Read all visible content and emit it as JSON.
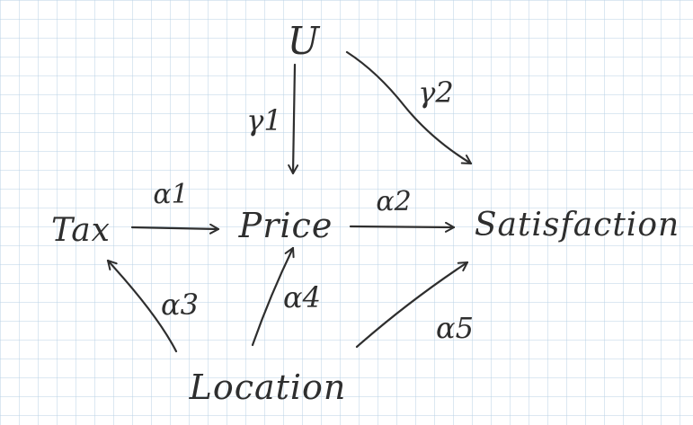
{
  "nodes": {
    "u": "U",
    "tax": "Tax",
    "price": "Price",
    "satisfaction": "Satisfaction",
    "location": "Location"
  },
  "edges": {
    "gamma1": "γ1",
    "gamma2": "γ2",
    "alpha1": "α1",
    "alpha2": "α2",
    "alpha3": "α3",
    "alpha4": "α4",
    "alpha5": "α5"
  },
  "colors": {
    "ink": "#2e2e2e",
    "grid": "#b9d2e6",
    "background": "#ffffff"
  }
}
